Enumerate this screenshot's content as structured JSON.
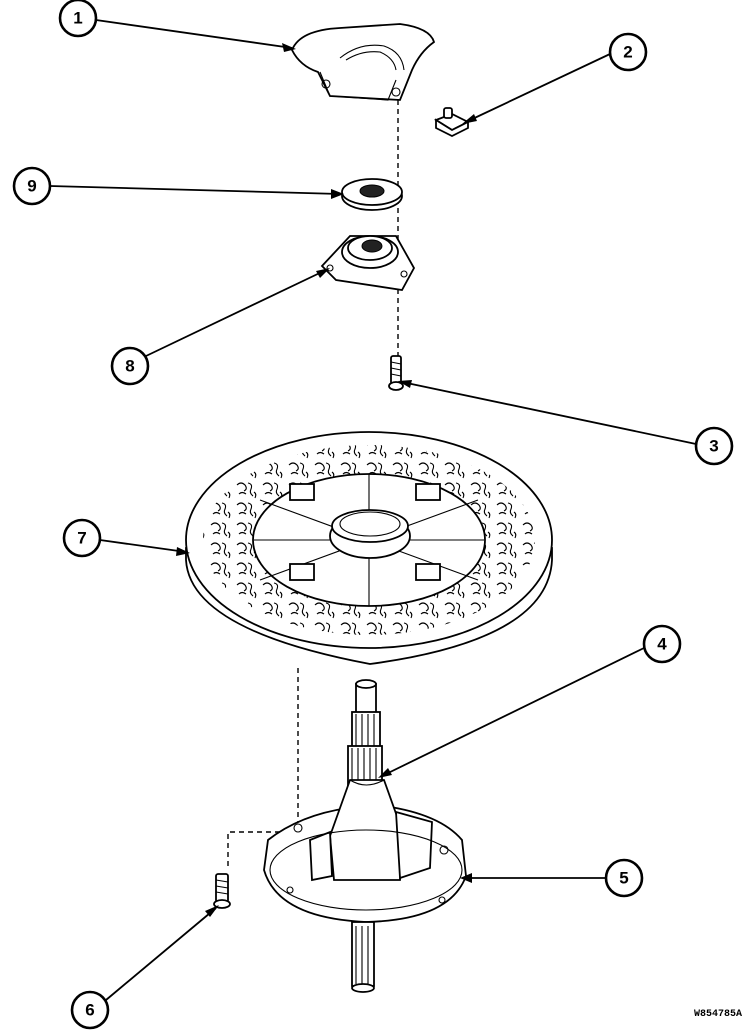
{
  "callouts": [
    "1",
    "2",
    "3",
    "4",
    "5",
    "6",
    "7",
    "8",
    "9"
  ],
  "drawing_code": "W854785A"
}
